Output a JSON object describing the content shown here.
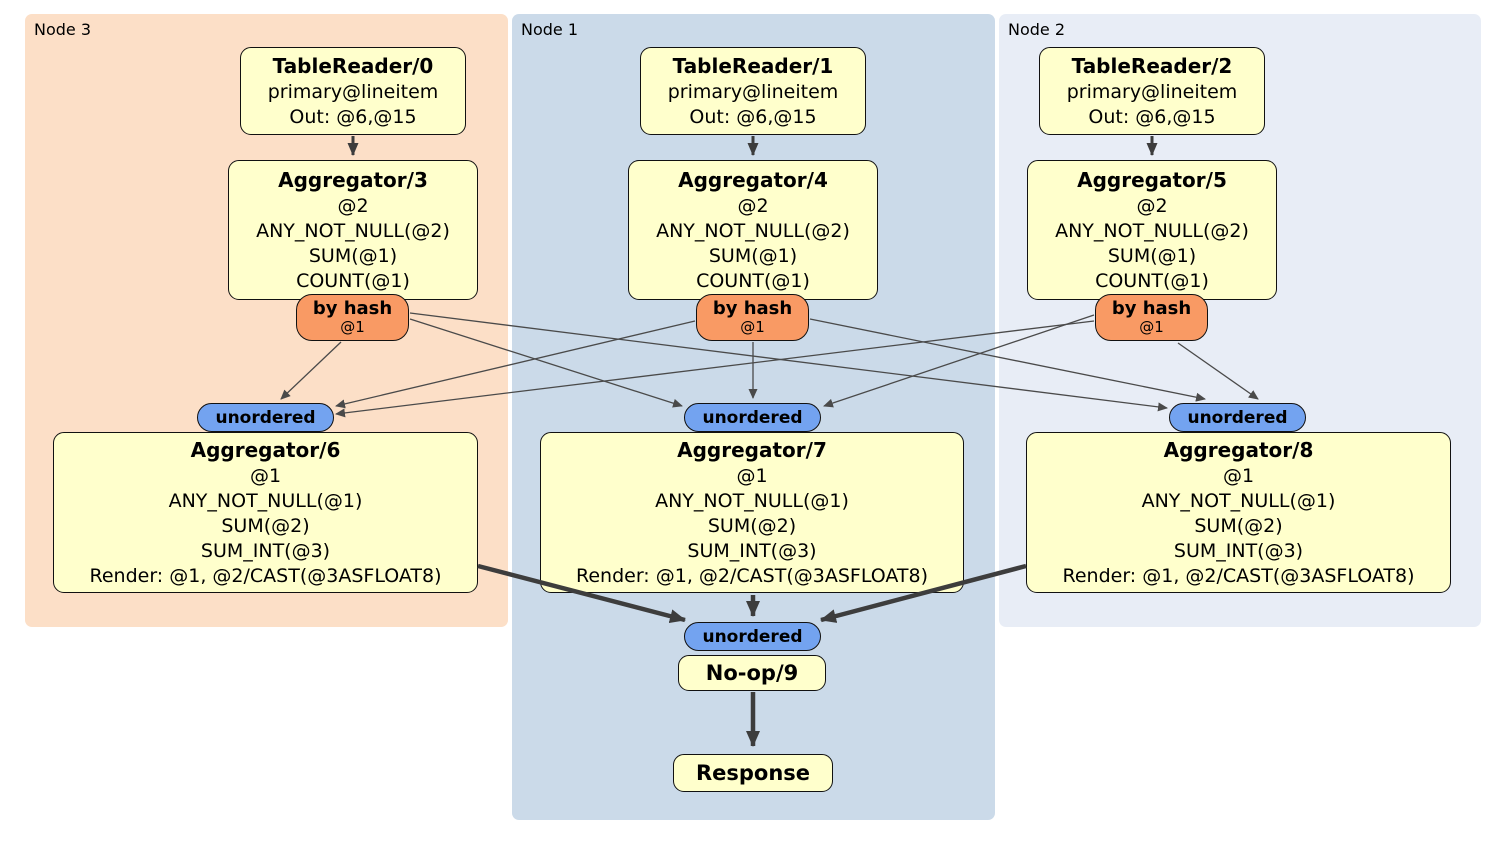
{
  "regions": [
    {
      "label": "Node 3"
    },
    {
      "label": "Node 1"
    },
    {
      "label": "Node 2"
    }
  ],
  "processors": {
    "tablereader0": {
      "title": "TableReader/0",
      "lines": [
        "primary@lineitem",
        "Out: @6,@15"
      ]
    },
    "tablereader1": {
      "title": "TableReader/1",
      "lines": [
        "primary@lineitem",
        "Out: @6,@15"
      ]
    },
    "tablereader2": {
      "title": "TableReader/2",
      "lines": [
        "primary@lineitem",
        "Out: @6,@15"
      ]
    },
    "aggregator3": {
      "title": "Aggregator/3",
      "lines": [
        "@2",
        "ANY_NOT_NULL(@2)",
        "SUM(@1)",
        "COUNT(@1)"
      ]
    },
    "aggregator4": {
      "title": "Aggregator/4",
      "lines": [
        "@2",
        "ANY_NOT_NULL(@2)",
        "SUM(@1)",
        "COUNT(@1)"
      ]
    },
    "aggregator5": {
      "title": "Aggregator/5",
      "lines": [
        "@2",
        "ANY_NOT_NULL(@2)",
        "SUM(@1)",
        "COUNT(@1)"
      ]
    },
    "aggregator6": {
      "title": "Aggregator/6",
      "lines": [
        "@1",
        "ANY_NOT_NULL(@1)",
        "SUM(@2)",
        "SUM_INT(@3)",
        "Render: @1, @2/CAST(@3ASFLOAT8)"
      ]
    },
    "aggregator7": {
      "title": "Aggregator/7",
      "lines": [
        "@1",
        "ANY_NOT_NULL(@1)",
        "SUM(@2)",
        "SUM_INT(@3)",
        "Render: @1, @2/CAST(@3ASFLOAT8)"
      ]
    },
    "aggregator8": {
      "title": "Aggregator/8",
      "lines": [
        "@1",
        "ANY_NOT_NULL(@1)",
        "SUM(@2)",
        "SUM_INT(@3)",
        "Render: @1, @2/CAST(@3ASFLOAT8)"
      ]
    },
    "noop9": {
      "title": "No-op/9"
    },
    "response": {
      "title": "Response"
    }
  },
  "routers": [
    {
      "label": "by hash",
      "detail": "@1"
    },
    {
      "label": "by hash",
      "detail": "@1"
    },
    {
      "label": "by hash",
      "detail": "@1"
    }
  ],
  "syncs": [
    {
      "label": "unordered"
    },
    {
      "label": "unordered"
    },
    {
      "label": "unordered"
    },
    {
      "label": "unordered"
    }
  ],
  "colors": {
    "node3_bg": "#fcdfc7",
    "node1_bg": "#cbdae9",
    "node2_bg": "#e8edf6",
    "processor_bg": "#ffffcc",
    "router_bg": "#f99a64",
    "sync_bg": "#73a3f0",
    "edge": "#3d3d3d"
  }
}
